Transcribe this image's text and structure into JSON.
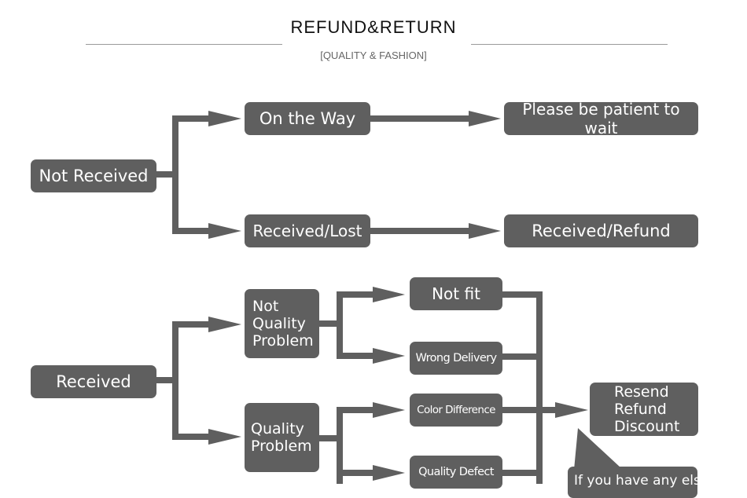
{
  "header": {
    "title": "REFUND&RETURN",
    "subtitle": "[QUALITY & FASHION]"
  },
  "colors": {
    "box": "#5f5f5f",
    "connector": "#5f5f5f",
    "box_text": "#ffffff"
  },
  "nodes": {
    "not_received": "Not Received",
    "on_the_way": "On the Way",
    "be_patient": "Please be patient to wait",
    "received_lost": "Received/Lost",
    "received_refund": "Received/Refund",
    "received": "Received",
    "not_quality_problem": [
      "Not",
      "Quality",
      "Problem"
    ],
    "quality_problem": [
      "Quality",
      "Problem"
    ],
    "not_fit": "Not fit",
    "wrong_delivery": "Wrong Delivery",
    "color_difference": "Color Difference",
    "quality_defect": "Quality Defect",
    "resolution": [
      "Resend",
      "Refund",
      "Discount"
    ],
    "contact_note": "If you have any else"
  }
}
